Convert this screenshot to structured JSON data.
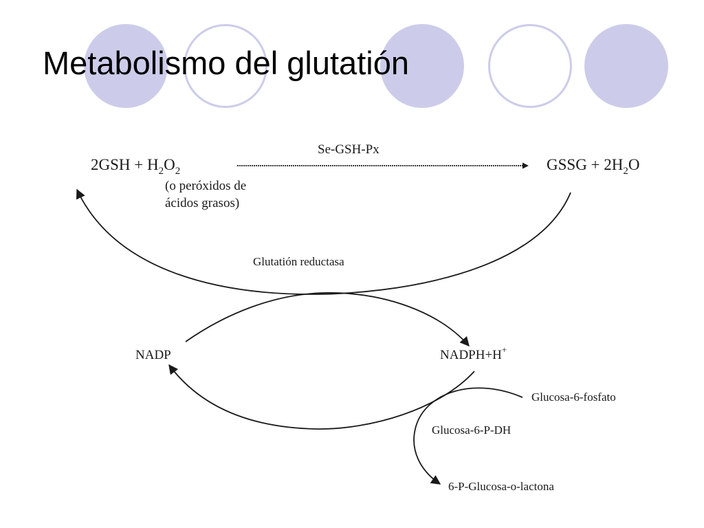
{
  "slide": {
    "title": "Metabolismo del glutatión"
  },
  "diagram": {
    "reactant": {
      "main": "2GSH + H",
      "sub1": "2",
      "mid": "O",
      "sub2": "2"
    },
    "reactant_note": {
      "line1": "(o peróxidos de",
      "line2": "ácidos grasos)"
    },
    "enzyme_top": "Se-GSH-Px",
    "product": {
      "main": "GSSG + 2H",
      "sub": "2",
      "end": "O"
    },
    "enzyme_middle": "Glutatión reductasa",
    "nadp": "NADP",
    "nadph": {
      "main": "NADPH+H",
      "sup": "+"
    },
    "g6p": "Glucosa-6-fosfato",
    "g6pdh": "Glucosa-6-P-DH",
    "lactone": "6-P-Glucosa-o-lactona"
  }
}
